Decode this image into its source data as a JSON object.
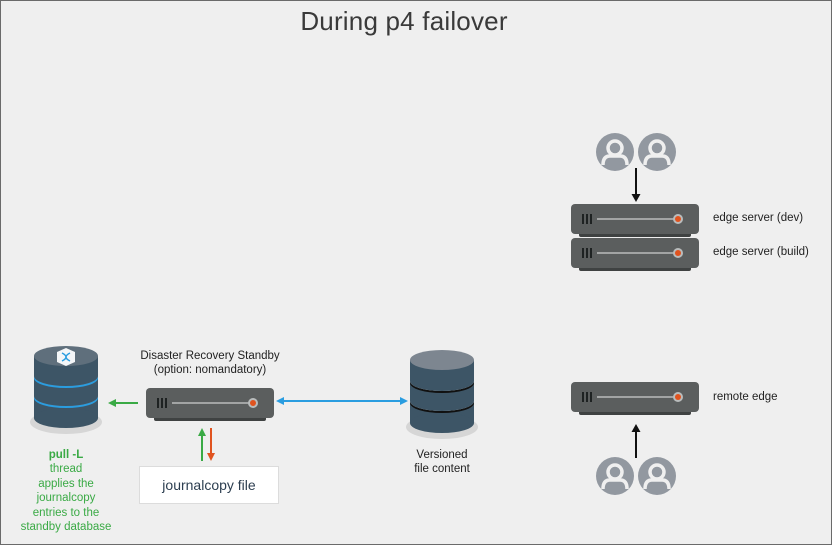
{
  "title": "During p4 failover",
  "nodes": {
    "standby_db": {
      "caption_bold": "pull -L",
      "caption_lines": [
        "thread",
        "applies the",
        "journalcopy",
        "entries to the",
        "standby database"
      ]
    },
    "dr_server": {
      "label_lines": [
        "Disaster Recovery Standby",
        "(option: nomandatory)"
      ]
    },
    "journal_file": {
      "label": "journalcopy file"
    },
    "versioned_db": {
      "label_lines": [
        "Versioned",
        "file content"
      ]
    },
    "edge_dev": {
      "label": "edge server (dev)"
    },
    "edge_build": {
      "label": "edge server (build)"
    },
    "remote_edge": {
      "label": "remote edge"
    }
  },
  "colors": {
    "green": "#3aaa45",
    "blue": "#2a9de0",
    "orange": "#e0531f",
    "server": "#5b5e5e",
    "db_dark": "#3d5566",
    "user": "#9298a0"
  }
}
